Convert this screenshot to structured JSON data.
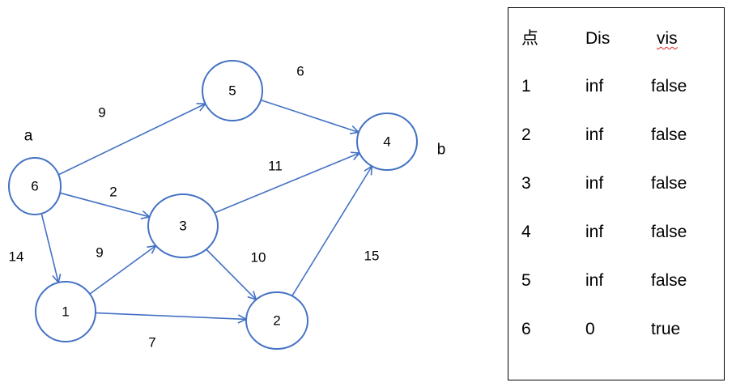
{
  "graph": {
    "nodes": [
      {
        "id": "6",
        "label": "6"
      },
      {
        "id": "5",
        "label": "5"
      },
      {
        "id": "4",
        "label": "4"
      },
      {
        "id": "3",
        "label": "3"
      },
      {
        "id": "1",
        "label": "1"
      },
      {
        "id": "2",
        "label": "2"
      }
    ],
    "edges": [
      {
        "from": "6",
        "to": "5",
        "weight": "9"
      },
      {
        "from": "5",
        "to": "4",
        "weight": "6"
      },
      {
        "from": "6",
        "to": "3",
        "weight": "2"
      },
      {
        "from": "3",
        "to": "4",
        "weight": "11"
      },
      {
        "from": "6",
        "to": "1",
        "weight": "14"
      },
      {
        "from": "1",
        "to": "3",
        "weight": "9"
      },
      {
        "from": "3",
        "to": "2",
        "weight": "10"
      },
      {
        "from": "2",
        "to": "4",
        "weight": "15"
      },
      {
        "from": "1",
        "to": "2",
        "weight": "7"
      }
    ],
    "source_label": "a",
    "target_label": "b",
    "edge_color": "#4472C4"
  },
  "table": {
    "headers": [
      "点",
      "Dis",
      "vis"
    ],
    "rows": [
      [
        "1",
        "inf",
        "false"
      ],
      [
        "2",
        "inf",
        "false"
      ],
      [
        "3",
        "inf",
        "false"
      ],
      [
        "4",
        "inf",
        "false"
      ],
      [
        "5",
        "inf",
        "false"
      ],
      [
        "6",
        "0",
        "true"
      ]
    ]
  }
}
